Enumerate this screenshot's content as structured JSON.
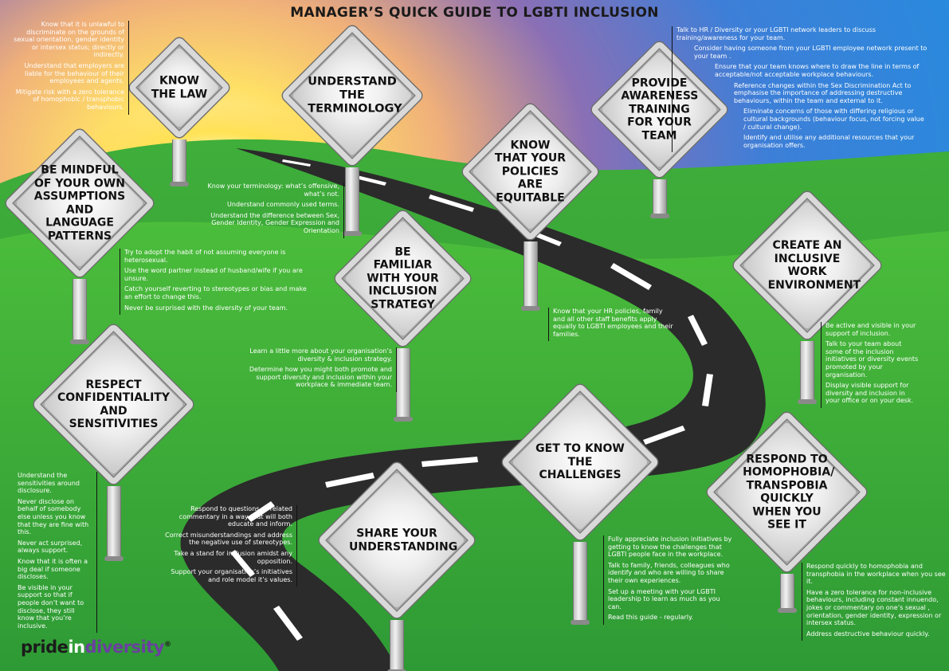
{
  "title": "MANAGER’S QUICK GUIDE TO LGBTI INCLUSION",
  "signs": {
    "know_the_law": "KNOW THE LAW",
    "understand_terminology": "UNDERSTAND THE TERMINOLOGY",
    "provide_training": "PROVIDE AWARENESS TRAINING FOR YOUR TEAM",
    "be_mindful": "BE MINDFUL OF YOUR OWN ASSUMPTIONS AND LANGUAGE PATTERNS",
    "know_policies": "KNOW THAT YOUR POLICIES ARE EQUITABLE",
    "be_familiar": "BE FAMILIAR WITH YOUR INCLUSION STRATEGY",
    "create_inclusive": "CREATE AN INCLUSIVE WORK ENVIRONMENT",
    "respect_confidentiality": "RESPECT CONFIDENTIALITY AND SENSITIVITIES",
    "get_to_know": "GET TO KNOW THE CHALLENGES",
    "respond": "RESPOND TO HOMOPHOBIA/ TRANSPOBIA QUICKLY WHEN YOU SEE IT",
    "share": "SHARE YOUR UNDERSTANDING"
  },
  "notes": {
    "law": [
      "Know that it is unlawful to discriminate on the grounds of sexual orientation, gender identity or intersex status; directly or indirectly.",
      "Understand that employers are liable for the behaviour of their employees and agents.",
      "Mitigate risk with a zero tolerance of homophobic / transphobic behaviours."
    ],
    "terminology": [
      "Know your terminology: what’s offensive, what’s not.",
      "Understand commonly used terms.",
      "Understand the difference  between Sex, Gender Identity, Gender Expression and Orientation"
    ],
    "training": [
      "Talk to HR / Diversity or your LGBTI network leaders to discuss training/awareness for your team.",
      "Consider having someone from your LGBTI employee network present to your team .",
      "Ensure that your team knows where to draw the line in terms of acceptable/not acceptable workplace behaviours.",
      "Reference changes within the Sex Discrimination Act to emphasise the importance of addressing destructive behaviours, within the team and external to it.",
      "Eliminate concerns of those with differing religious or cultural backgrounds (behaviour focus, not forcing value / cultural change).",
      "Identify and utilise any additional resources that your organisation offers."
    ],
    "mindful": [
      "Try to adopt the habit of not assuming everyone is heterosexual.",
      "Use the word partner instead of husband/wife if you are unsure.",
      "Catch yourself reverting to stereotypes or bias and make an effort to change this.",
      "Never be surprised with the diversity of your team."
    ],
    "policies": [
      "Know that your HR policies, family and all other staff benefits  apply equally to LGBTI employees and their families."
    ],
    "strategy": [
      "Learn a little more about your organisation’s diversity & inclusion strategy.",
      "Determine how you might both promote and support diversity and inclusion within your workplace & immediate team."
    ],
    "environment": [
      "Be active and visible in your support of inclusion.",
      "Talk to your team about some of the inclusion initiatives or diversity events promoted by your organisation.",
      "Display visible support for diversity and inclusion in your office or on your desk."
    ],
    "confidentiality": [
      "Understand the sensitivities around disclosure.",
      "Never disclose on behalf of somebody else unless you know that they are fine with this.",
      "Never act surprised, always support.",
      "Know that it is often a big deal if someone discloses.",
      "Be visible in your support so that if people don’t want to disclose, they still know that you’re inclusive."
    ],
    "share": [
      "Respond to questions or related commentary in a way that will both educate and inform.",
      "Correct misunderstandings and address the negative use of stereotypes.",
      "Take a stand for inclusion amidst any opposition.",
      "Support your organisation’s initiatives and role model it’s values."
    ],
    "challenges": [
      "Fully appreciate inclusion initiatives by getting to know the challenges that LGBTI people face in the workplace.",
      "Talk to family, friends, colleagues who identify and who are willing to share their own experiences.",
      "Set up a meeting with your LGBTI leadership to learn as much as you can.",
      "Read this guide - regularly."
    ],
    "respond": [
      "Respond quickly to homophobia and transphobia in the workplace when you see it.",
      "Have a zero tolerance for  non-inclusive behaviours, including constant innuendo, jokes or commentary on one’s sexual , orientation, gender identity, expression or intersex status.",
      "Address destructive behaviour quickly."
    ]
  },
  "logo": {
    "part1": "pride",
    "part2": "in",
    "part3": "diversity",
    "mark": "®"
  },
  "colors": {
    "grass": "#3aa83a",
    "sky_blue": "#1e90e0",
    "sun": "#ffe066",
    "road": "#2b2b2b",
    "lane": "#ffffff",
    "purple": "#6b3fa0"
  }
}
